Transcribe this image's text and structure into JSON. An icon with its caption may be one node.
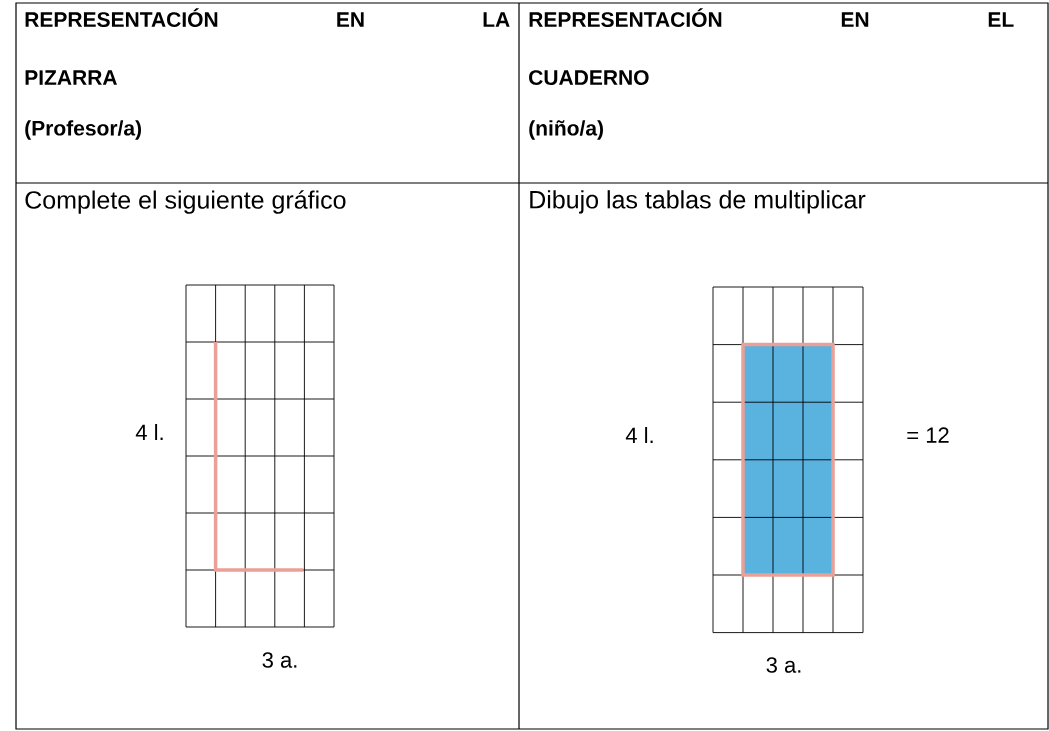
{
  "diagram": {
    "labels": [
      "REPRESENTACIÓN EN LA PIZARRA",
      "(Profesor/a)",
      "REPRESENTACIÓN EN EL CUADERNO",
      "(niño/a)",
      "Complete el siguiente gráfico",
      "Dibujo las tablas de multiplicar",
      "4 l.",
      "3 a.",
      "4 l.",
      "= 12",
      "3 a."
    ]
  }
}
